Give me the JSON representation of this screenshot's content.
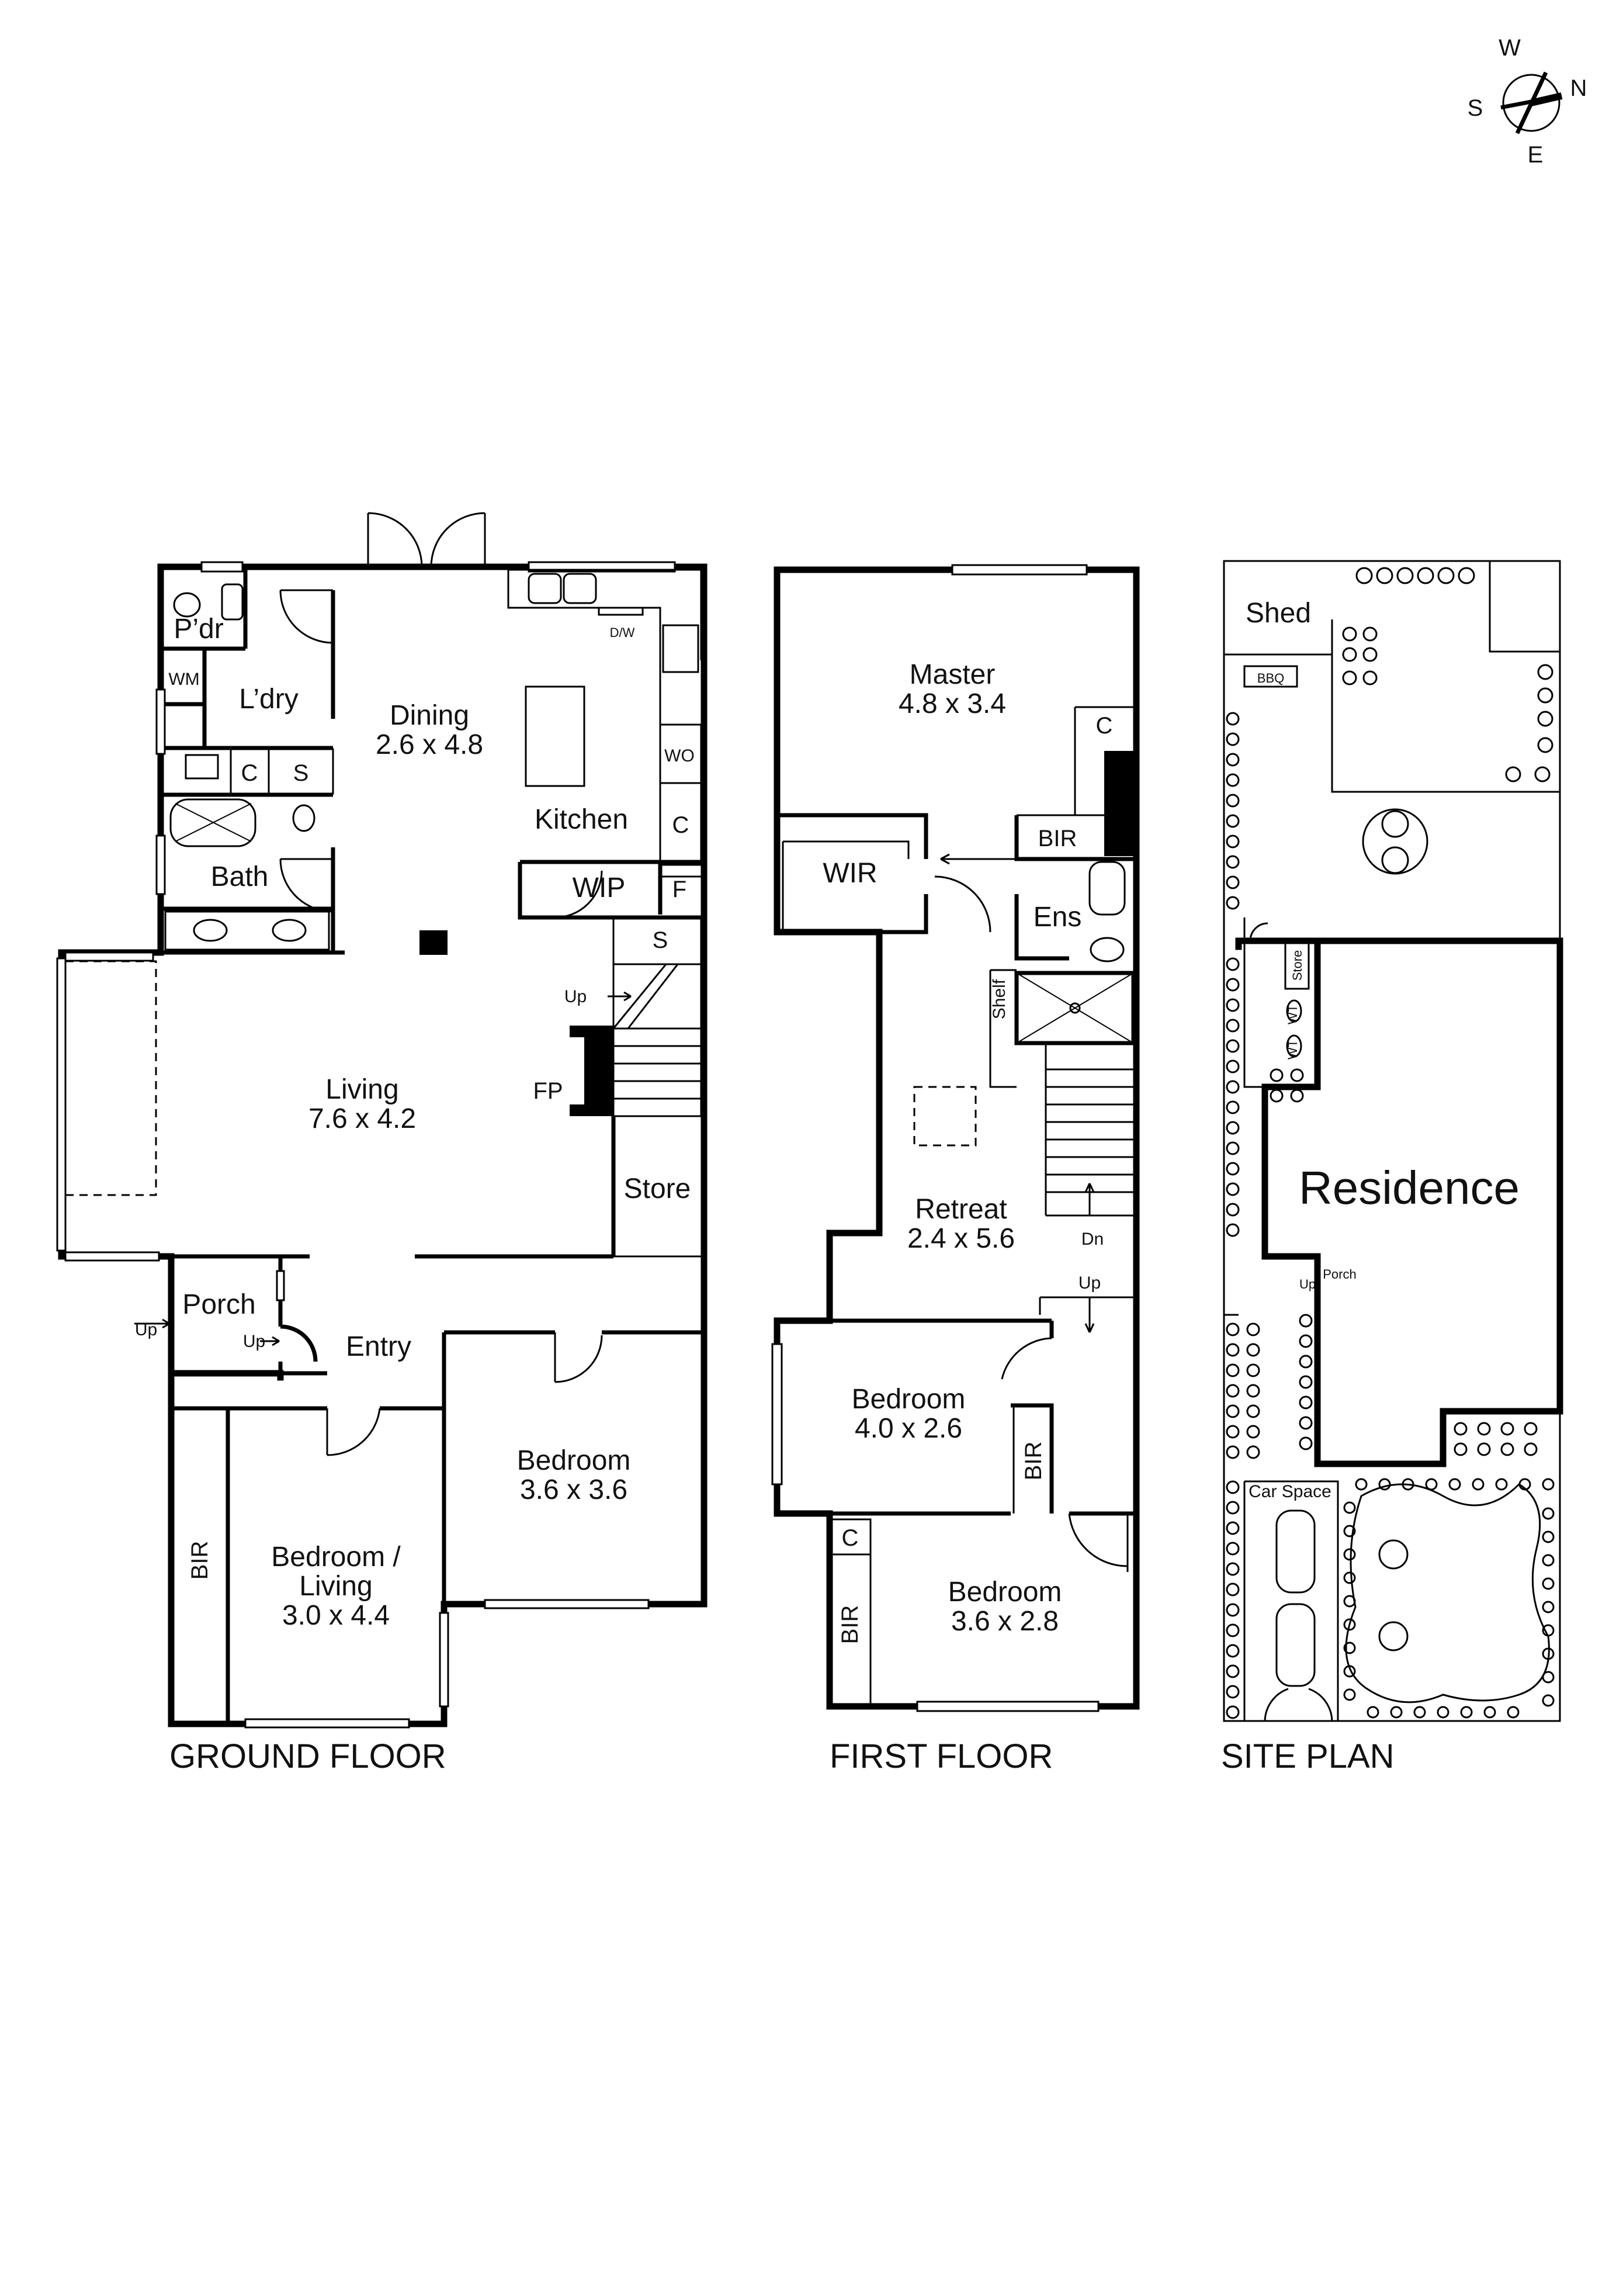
{
  "compass": {
    "n": "N",
    "s": "S",
    "e": "E",
    "w": "W"
  },
  "ground_floor": {
    "title": "GROUND FLOOR",
    "pdr": "P’dr",
    "wm": "WM",
    "laundry": "L’dry",
    "c1": "C",
    "s1": "S",
    "bath": "Bath",
    "dining": "Dining",
    "dining_size": "2.6 x 4.8",
    "dw": "D/W",
    "wo": "WO",
    "kitchen": "Kitchen",
    "c2": "C",
    "wip": "WIP",
    "f": "F",
    "s2": "S",
    "living": "Living",
    "living_size": "7.6 x 4.2",
    "fp": "FP",
    "store": "Store",
    "up1": "Up",
    "up2": "Up",
    "up3": "Up",
    "porch": "Porch",
    "entry": "Entry",
    "bedroom": "Bedroom",
    "bedroom_size": "3.6 x 3.6",
    "bir": "BIR",
    "bedroom_living_1": "Bedroom /",
    "bedroom_living_2": "Living",
    "bedroom_living_size": "3.0 x 4.4"
  },
  "first_floor": {
    "title": "FIRST FLOOR",
    "master": "Master",
    "master_size": "4.8 x 3.4",
    "c1": "C",
    "bir1": "BIR",
    "wir": "WIR",
    "ens": "Ens",
    "shelf": "Shelf",
    "retreat": "Retreat",
    "retreat_size": "2.4 x 5.6",
    "dn": "Dn",
    "up": "Up",
    "bedroom1": "Bedroom",
    "bedroom1_size": "4.0 x 2.6",
    "bir2": "BIR",
    "c2": "C",
    "bir3": "BIR",
    "bedroom2": "Bedroom",
    "bedroom2_size": "3.6 x 2.8"
  },
  "site_plan": {
    "title": "SITE PLAN",
    "shed": "Shed",
    "bbq": "BBQ",
    "store": "Store",
    "wt1": "WT",
    "wt2": "WT",
    "residence": "Residence",
    "porch": "Porch",
    "up": "Up",
    "car_space": "Car Space"
  }
}
